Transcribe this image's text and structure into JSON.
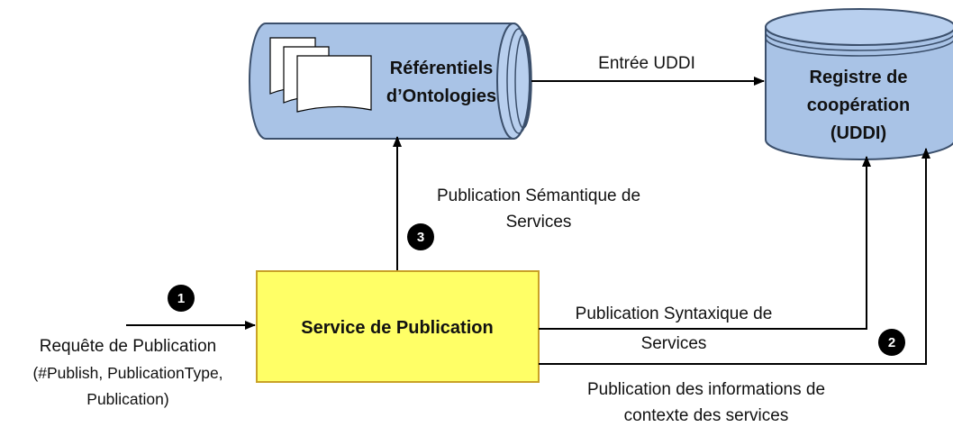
{
  "nodes": {
    "ontologies": {
      "line1": "Référentiels",
      "line2": "d’Ontologies"
    },
    "registry": {
      "line1": "Registre de",
      "line2": "coopération",
      "line3": "(UDDI)"
    },
    "service": {
      "label": "Service de Publication"
    }
  },
  "edges": {
    "uddi_entry": {
      "label": "Entrée UDDI"
    },
    "semantic": {
      "line1": "Publication Sémantique de",
      "line2": "Services"
    },
    "syntactic": {
      "line1": "Publication Syntaxique de",
      "line2": "Services"
    },
    "context": {
      "line1": "Publication des informations de",
      "line2": "contexte des services"
    },
    "request": {
      "line1": "Requête de Publication",
      "line2": "(#Publish, PublicationType,",
      "line3": "Publication)"
    }
  },
  "steps": {
    "one": "1",
    "two": "2",
    "three": "3"
  },
  "colors": {
    "blue_fill": "#a9c3e6",
    "blue_stroke": "#3b4f6b",
    "yellow_fill": "#ffff66",
    "yellow_stroke": "#c9a227"
  }
}
